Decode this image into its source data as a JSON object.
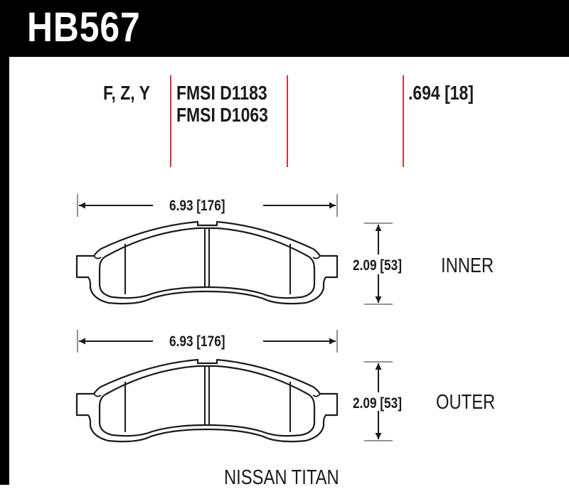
{
  "header": {
    "part_number": "HB567"
  },
  "specs": {
    "positions": "F, Z, Y",
    "fmsi": [
      "FMSI D1183",
      "FMSI D1063"
    ],
    "thickness": ".694 [18]"
  },
  "pads": [
    {
      "label": "INNER",
      "width_dimension": "6.93 [176]",
      "height_dimension": "2.09 [53]"
    },
    {
      "label": "OUTER",
      "width_dimension": "6.93 [176]",
      "height_dimension": "2.09 [53]"
    }
  ],
  "vehicle": "NISSAN TITAN",
  "colors": {
    "header_bg": "#000000",
    "header_text": "#ffffff",
    "divider_red": "#d4343c",
    "line": "#1a1a1a"
  }
}
